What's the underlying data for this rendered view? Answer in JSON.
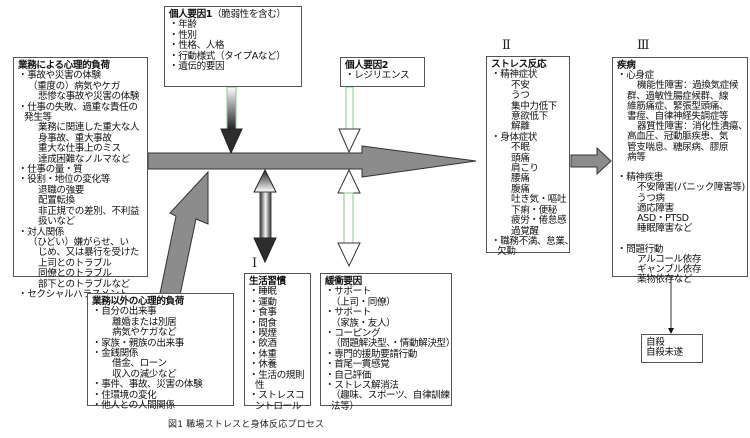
{
  "caption": "図1 職場ストレスと身体反応プロセス",
  "labels": {
    "roman1": "Ⅰ",
    "roman2": "Ⅱ",
    "roman3": "Ⅲ"
  },
  "work_stress": {
    "title": "業務による心理的負荷",
    "lines": [
      {
        "t": "・事故や災害の体験",
        "lv": 0
      },
      {
        "t": "（重度の）病気やケガ",
        "lv": 1
      },
      {
        "t": "悲惨な事故や災害の体験",
        "lv": 2
      },
      {
        "t": "・仕事の失敗、過重な責任の",
        "lv": 0
      },
      {
        "t": "発生等",
        "lv": 3
      },
      {
        "t": "業務に関連した重大な人",
        "lv": 2
      },
      {
        "t": "身事故、重大事故",
        "lv": 2
      },
      {
        "t": "重大な仕事上のミス",
        "lv": 2
      },
      {
        "t": "達成困難なノルマなど",
        "lv": 2
      },
      {
        "t": "・仕事の量・質",
        "lv": 0
      },
      {
        "t": "・役割・地位の変化等",
        "lv": 0
      },
      {
        "t": "退職の強要",
        "lv": 2
      },
      {
        "t": "配置転換",
        "lv": 2
      },
      {
        "t": "非正規での差別、不利益",
        "lv": 2
      },
      {
        "t": "扱いなど",
        "lv": 2
      },
      {
        "t": "・対人関係",
        "lv": 0
      },
      {
        "t": "（ひどい）嫌がらせ、い",
        "lv": 1
      },
      {
        "t": "じめ、又は暴行を受けた",
        "lv": 2
      },
      {
        "t": "上司とのトラブル",
        "lv": 2
      },
      {
        "t": "同僚とのトラブル",
        "lv": 2
      },
      {
        "t": "部下とのトラブルなど",
        "lv": 2
      },
      {
        "t": "・セクシャルハラスメント",
        "lv": 0
      }
    ]
  },
  "individual1": {
    "title": "個人要因1",
    "subtitle": "（脆弱性を含む）",
    "lines": [
      "・年齢",
      "・性別",
      "・性格、人格",
      "・行動様式（タイプAなど）",
      "・遺伝的要因"
    ]
  },
  "individual2": {
    "title": "個人要因2",
    "lines": [
      "・レジリエンス"
    ]
  },
  "stress_reaction": {
    "title": "ストレス反応",
    "lines": [
      {
        "t": "・精神症状",
        "lv": 0
      },
      {
        "t": "不安",
        "lv": 2
      },
      {
        "t": "うつ",
        "lv": 2
      },
      {
        "t": "集中力低下",
        "lv": 2
      },
      {
        "t": "意欲低下",
        "lv": 2
      },
      {
        "t": "解離",
        "lv": 2
      },
      {
        "t": "・身体症状",
        "lv": 0
      },
      {
        "t": "不眠",
        "lv": 2
      },
      {
        "t": "頭痛",
        "lv": 2
      },
      {
        "t": "肩こり",
        "lv": 2
      },
      {
        "t": "腰痛",
        "lv": 2
      },
      {
        "t": "腹痛",
        "lv": 2
      },
      {
        "t": "吐き気・嘔吐",
        "lv": 2
      },
      {
        "t": "下痢・便秘",
        "lv": 2
      },
      {
        "t": "疲労・倦怠感",
        "lv": 2
      },
      {
        "t": "過覚醒",
        "lv": 2
      },
      {
        "t": "・職務不満、怠業、",
        "lv": 0
      },
      {
        "t": "欠勤",
        "lv": 3
      }
    ]
  },
  "disease": {
    "title": "疾病",
    "lines": [
      {
        "t": "・心身症",
        "lv": 0
      },
      {
        "t": "機能性障害：過換気症候",
        "lv": 2
      },
      {
        "t": "群、過敏性腸症候群、線",
        "lv": 1
      },
      {
        "t": "維筋痛症、緊張型頭痛、",
        "lv": 1
      },
      {
        "t": "書痙、自律神経失調症等",
        "lv": 1
      },
      {
        "t": "器質性障害：消化性潰瘍、",
        "lv": 2
      },
      {
        "t": "高血圧、冠動脈疾患、気",
        "lv": 1
      },
      {
        "t": "管支喘息、糖尿病、膠原",
        "lv": 1
      },
      {
        "t": "病等",
        "lv": 1
      },
      {
        "t": "",
        "lv": 0
      },
      {
        "t": "・精神疾患",
        "lv": 0
      },
      {
        "t": "不安障害(パニック障害等)",
        "lv": 2
      },
      {
        "t": "うつ病",
        "lv": 2
      },
      {
        "t": "適応障害",
        "lv": 2
      },
      {
        "t": "ASD・PTSD",
        "lv": 2
      },
      {
        "t": "睡眠障害など",
        "lv": 2
      },
      {
        "t": "",
        "lv": 0
      },
      {
        "t": "・問題行動",
        "lv": 0
      },
      {
        "t": "アルコール依存",
        "lv": 2
      },
      {
        "t": "ギャンブル依存",
        "lv": 2
      },
      {
        "t": "薬物依存など",
        "lv": 2
      }
    ]
  },
  "suicide": {
    "lines": [
      "自殺",
      "自殺未遂"
    ]
  },
  "non_work_stress": {
    "title": "業務以外の心理的負荷",
    "lines": [
      {
        "t": "・自分の出来事",
        "lv": 0
      },
      {
        "t": "離婚または別居",
        "lv": 2
      },
      {
        "t": "病気やケガなど",
        "lv": 2
      },
      {
        "t": "・家族・親族の出来事",
        "lv": 0
      },
      {
        "t": "・金銭関係",
        "lv": 0
      },
      {
        "t": "借金、ローン",
        "lv": 2
      },
      {
        "t": "収入の減少など",
        "lv": 2
      },
      {
        "t": "・事件、事故、災害の体験",
        "lv": 0
      },
      {
        "t": "・住環境の変化",
        "lv": 0
      },
      {
        "t": "・他人との人間関係",
        "lv": 0
      }
    ]
  },
  "lifestyle": {
    "title": "生活習慣",
    "lines": [
      {
        "t": "・睡眠",
        "lv": 0
      },
      {
        "t": "・運動",
        "lv": 0
      },
      {
        "t": "・食事",
        "lv": 0
      },
      {
        "t": "・間食",
        "lv": 0
      },
      {
        "t": "・喫煙",
        "lv": 0
      },
      {
        "t": "・飲酒",
        "lv": 0
      },
      {
        "t": "・体重",
        "lv": 0
      },
      {
        "t": "・休養",
        "lv": 0
      },
      {
        "t": "・生活の規則",
        "lv": 0
      },
      {
        "t": "性",
        "lv": 3
      },
      {
        "t": "・ストレスコ",
        "lv": 0
      },
      {
        "t": "ントロール",
        "lv": 3
      }
    ]
  },
  "buffer": {
    "title": "緩衝要因",
    "lines": [
      {
        "t": "・サポート",
        "lv": 0
      },
      {
        "t": "（上司・同僚）",
        "lv": 3
      },
      {
        "t": "・サポート",
        "lv": 0
      },
      {
        "t": "（家族・友人）",
        "lv": 3
      },
      {
        "t": "・コーピング",
        "lv": 0
      },
      {
        "t": "（問題解決型、・情動解決型）",
        "lv": 3
      },
      {
        "t": "・専門的援助要請行動",
        "lv": 0
      },
      {
        "t": "・首尾一貫感覚",
        "lv": 0
      },
      {
        "t": "・自己評価",
        "lv": 0
      },
      {
        "t": "・ストレス解消法",
        "lv": 0
      },
      {
        "t": "（趣味、スポーツ、自律訓練",
        "lv": 3
      },
      {
        "t": "法等）",
        "lv": 3
      }
    ]
  }
}
